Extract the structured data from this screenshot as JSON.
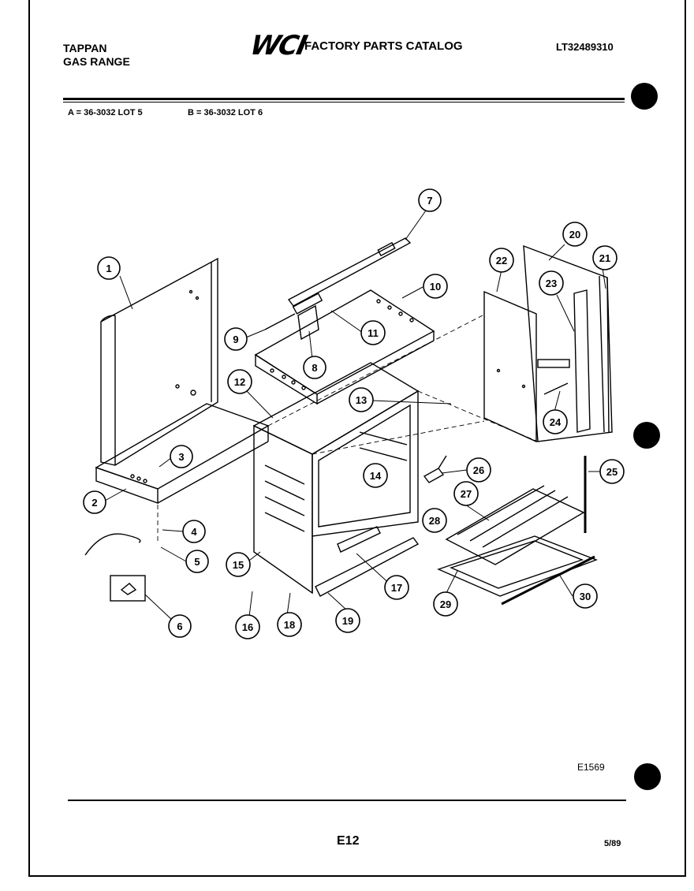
{
  "header": {
    "brand_line1": "TAPPAN",
    "brand_line2": "GAS RANGE",
    "logo": "WCI",
    "catalog_title": "FACTORY PARTS CATALOG",
    "model_number": "LT32489310"
  },
  "lots": {
    "a": "A = 36-3032 LOT 5",
    "b": "B = 36-3032 LOT 6"
  },
  "footer": {
    "figure_code": "E1569",
    "page_number": "E12",
    "date": "5/89"
  },
  "callouts": [
    "1",
    "2",
    "3",
    "4",
    "5",
    "6",
    "7",
    "8",
    "9",
    "10",
    "11",
    "12",
    "13",
    "14",
    "15",
    "16",
    "17",
    "18",
    "19",
    "20",
    "21",
    "22",
    "23",
    "24",
    "25",
    "26",
    "27",
    "28",
    "29",
    "30"
  ]
}
